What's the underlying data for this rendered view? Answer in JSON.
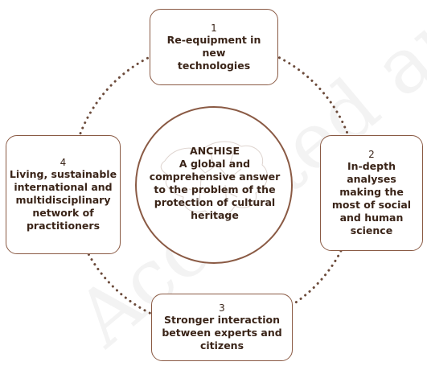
{
  "center": {
    "title": "ANCHISE",
    "text": "A global and comprehensive answer to the problem of the protection of cultural heritage"
  },
  "items": [
    {
      "number": "1",
      "label": "Re-equipment in new technologies"
    },
    {
      "number": "2",
      "label": "In-depth analyses making the most of social and human science"
    },
    {
      "number": "3",
      "label": "Stronger interaction between experts and citizens"
    },
    {
      "number": "4",
      "label": "Living, sustainable international and multidisciplinary network of practitioners"
    }
  ],
  "watermark": "Accepted au",
  "colors": {
    "border": "#8a5a44",
    "text": "#3a2418",
    "dots": "#6b4a3a"
  }
}
